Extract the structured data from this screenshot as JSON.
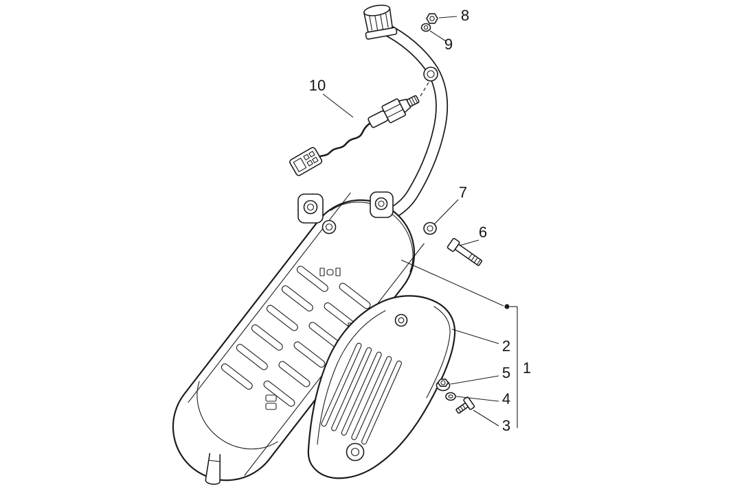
{
  "figure": {
    "background": "#ffffff",
    "ink": "#1c1c1c"
  },
  "callouts": {
    "n1": "1",
    "n2": "2",
    "n3": "3",
    "n4": "4",
    "n5": "5",
    "n6": "6",
    "n7": "7",
    "n8": "8",
    "n9": "9",
    "n10": "10"
  }
}
